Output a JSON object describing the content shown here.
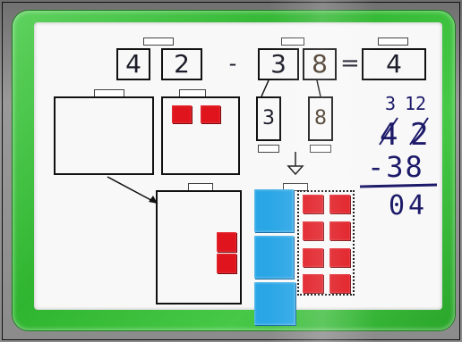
{
  "equation": {
    "tens1": "4",
    "ones1": "2",
    "minus": "-",
    "tens2": "3",
    "ones2": "8",
    "equals": "=",
    "result": "4"
  },
  "split": {
    "tens": "3",
    "ones": "8"
  },
  "working": {
    "carry_tens": "3",
    "carry_ones": "12",
    "top_tens": "4",
    "top_ones": "2",
    "subtrahend": "-38",
    "answer": "04"
  },
  "colors": {
    "frame": "#2fb52f",
    "counter_red": "#e0141c",
    "counter_blue": "#2aa6e6",
    "ink": "#1d1a6a"
  }
}
